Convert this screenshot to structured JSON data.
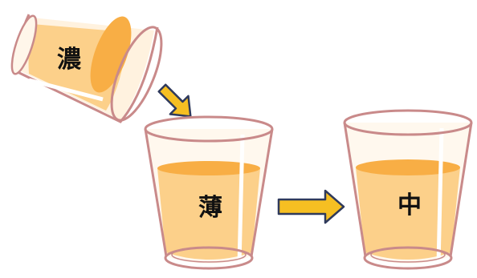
{
  "labels": {
    "tilted_cup": "濃",
    "middle_cup": "薄",
    "right_cup": "中"
  },
  "colors": {
    "cup_outline": "#c98a8a",
    "juice_body": "#fcd08a",
    "juice_surface": "#f8ae45",
    "arrow_fill": "#f6bf22",
    "arrow_stroke": "#2f3a5c",
    "highlight": "#ffffff"
  }
}
